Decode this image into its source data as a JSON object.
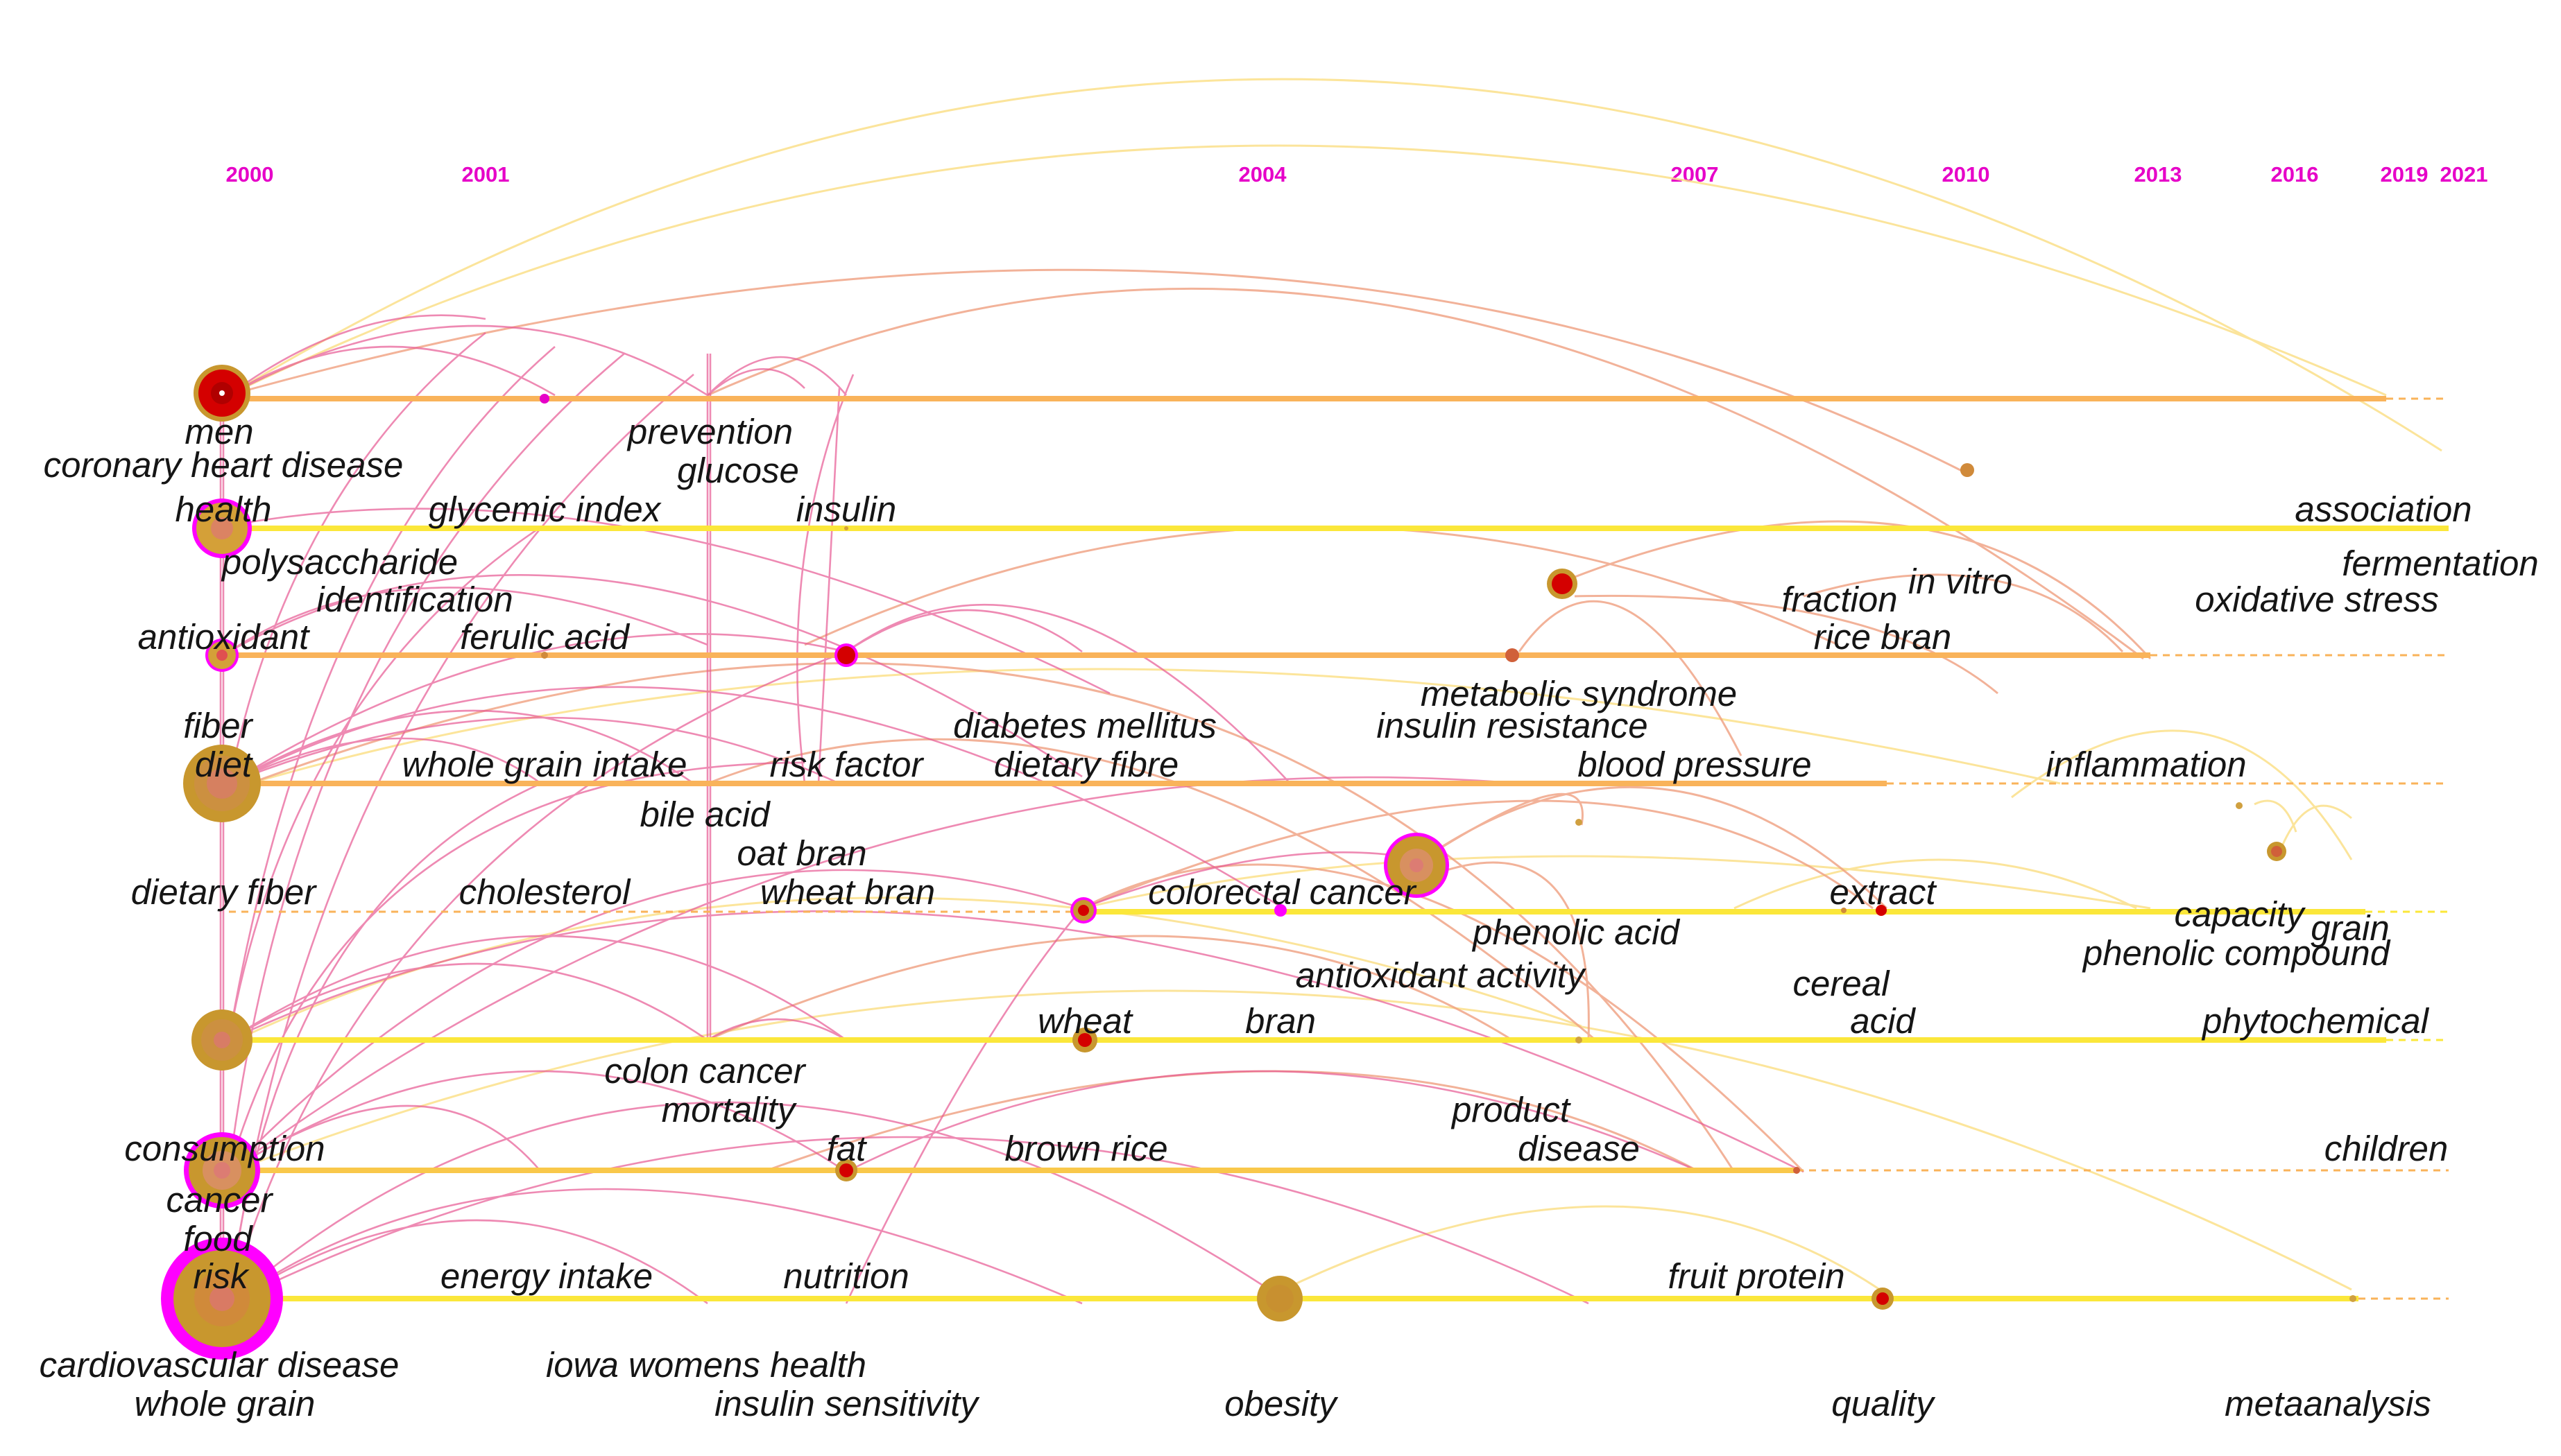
{
  "timeline": {
    "years": [
      "2000",
      "2001",
      "2004",
      "2007",
      "2010",
      "2013",
      "2016",
      "2019",
      "2021"
    ],
    "keywords": [
      "men",
      "coronary heart disease",
      "prevention",
      "glucose",
      "health",
      "glycemic index",
      "insulin",
      "association",
      "fermentation",
      "polysaccharide",
      "identification",
      "fraction",
      "in vitro",
      "oxidative stress",
      "antioxidant",
      "ferulic acid",
      "rice bran",
      "metabolic syndrome",
      "fiber",
      "diabetes mellitus",
      "insulin resistance",
      "diet",
      "whole grain intake",
      "risk factor",
      "dietary fibre",
      "blood pressure",
      "inflammation",
      "bile acid",
      "oat bran",
      "dietary fiber",
      "cholesterol",
      "wheat bran",
      "colorectal cancer",
      "extract",
      "capacity",
      "grain",
      "phenolic acid",
      "phenolic compound",
      "antioxidant activity",
      "cereal",
      "wheat",
      "bran",
      "acid",
      "phytochemical",
      "colon cancer",
      "mortality",
      "product",
      "consumption",
      "fat",
      "brown rice",
      "disease",
      "children",
      "cancer",
      "food",
      "risk",
      "energy intake",
      "nutrition",
      "fruit protein",
      "cardiovascular disease",
      "iowa womens health",
      "whole grain",
      "insulin sensitivity",
      "obesity",
      "quality",
      "metaanalysis"
    ]
  },
  "colors": {
    "year_label": "#e600c8",
    "line_orange": "#f9b35a",
    "line_yellow": "#fbe73a",
    "arc_pink": "#e85a93",
    "arc_yellow": "#fbe08a",
    "node_core": "#d40000",
    "node_gold": "#c8972e",
    "node_ring": "#ff00ff"
  }
}
